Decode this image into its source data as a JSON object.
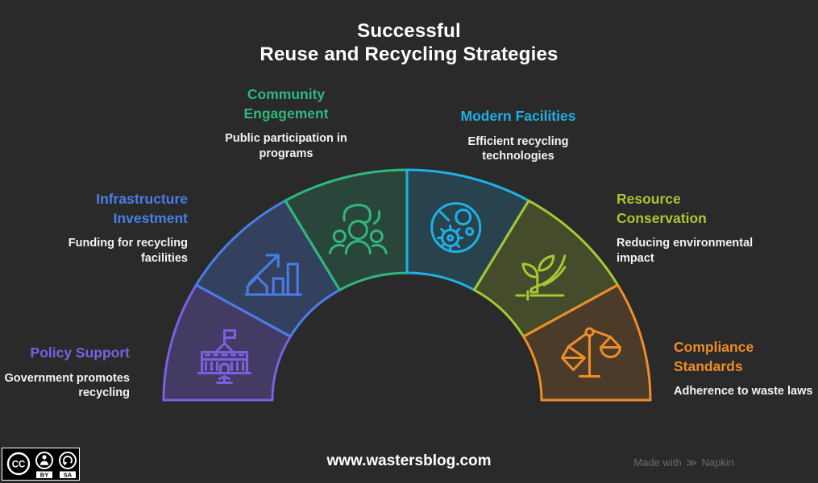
{
  "title": {
    "line1": "Successful",
    "line2": "Reuse and Recycling Strategies"
  },
  "background_color": "#2a2a2a",
  "segments": [
    {
      "id": "policy-support",
      "label": "Policy Support",
      "description": "Government promotes recycling",
      "color": "#7d5fe2",
      "fill_opacity": 0.32,
      "icon": "government-building-icon"
    },
    {
      "id": "infrastructure-investment",
      "label": "Infrastructure Investment",
      "description": "Funding for recycling facilities",
      "color": "#4a7de8",
      "fill_opacity": 0.28,
      "icon": "growth-chart-icon"
    },
    {
      "id": "community-engagement",
      "label": "Community Engagement",
      "description": "Public participation in programs",
      "color": "#2eb87d",
      "fill_opacity": 0.2,
      "icon": "community-people-icon"
    },
    {
      "id": "modern-facilities",
      "label": "Modern Facilities",
      "description": "Efficient recycling technologies",
      "color": "#1fb0e6",
      "fill_opacity": 0.19,
      "icon": "facility-gear-icon"
    },
    {
      "id": "resource-conservation",
      "label": "Resource Conservation",
      "description": "Reducing environmental impact",
      "color": "#a6c832",
      "fill_opacity": 0.22,
      "icon": "plant-hand-icon"
    },
    {
      "id": "compliance-standards",
      "label": "Compliance Standards",
      "description": "Adherence to waste laws",
      "color": "#ef8d28",
      "fill_opacity": 0.18,
      "icon": "scales-icon"
    }
  ],
  "footer": {
    "website": "www.wastersblog.com",
    "credit_prefix": "Made with",
    "credit_brand": "Napkin",
    "license": {
      "cc": "CC",
      "by": "BY",
      "sa": "SA"
    }
  },
  "icons": {
    "napkin_logo": "≫"
  }
}
